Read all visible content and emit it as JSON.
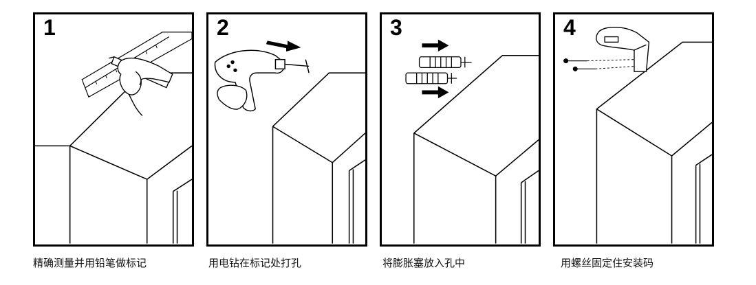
{
  "steps": [
    {
      "number": "1",
      "caption": "精确测量并用铅笔做标记"
    },
    {
      "number": "2",
      "caption": "用电钻在标记处打孔"
    },
    {
      "number": "3",
      "caption": "将膨胀塞放入孔中"
    },
    {
      "number": "4",
      "caption": "用螺丝固定住安装码"
    }
  ],
  "icons": [
    "ruler-icon",
    "pencil-icon",
    "hand-icon",
    "drill-icon",
    "arrow-right-icon",
    "wall-plug-icon",
    "screw-icon",
    "mounting-bracket-icon"
  ],
  "colors": {
    "line": "#000000",
    "background": "#ffffff"
  }
}
